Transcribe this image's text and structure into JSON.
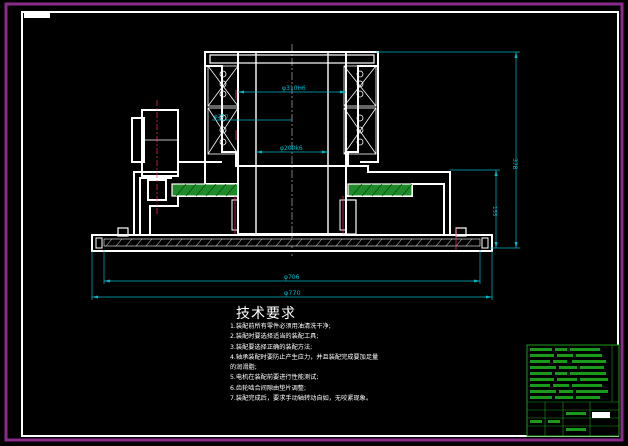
{
  "colors": {
    "background": "#000000",
    "frame": "#8a2a8a",
    "outline": "#ffffff",
    "dimension": "#00b8c8",
    "center_line": "#ff3060",
    "hatch_green": "#1f8a2a",
    "title_block": "#1a9a1a"
  },
  "dimensions": {
    "d_310": "φ310H6",
    "d_250": "φ250",
    "d_200": "φ200k6",
    "h_378": "378",
    "h_155": "155",
    "d_706": "φ706",
    "d_770": "φ770"
  },
  "tech_requirements": {
    "title": "技术要求",
    "items": [
      "1.装配前所有零件必须用油清洗干净;",
      "2.装配时要选择适当的装配工具;",
      "3.装配要选择正确的装配方法;",
      "4.轴承装配时要防止产生应力，并且装配完成要加足量",
      "的润滑脂;",
      "5.电机在装配前要进行性能测试;",
      "6.齿轮啮合间隙由垫片调整;",
      "7.装配完成后，要求手动轴转动自如，无咬紧现象。"
    ]
  }
}
